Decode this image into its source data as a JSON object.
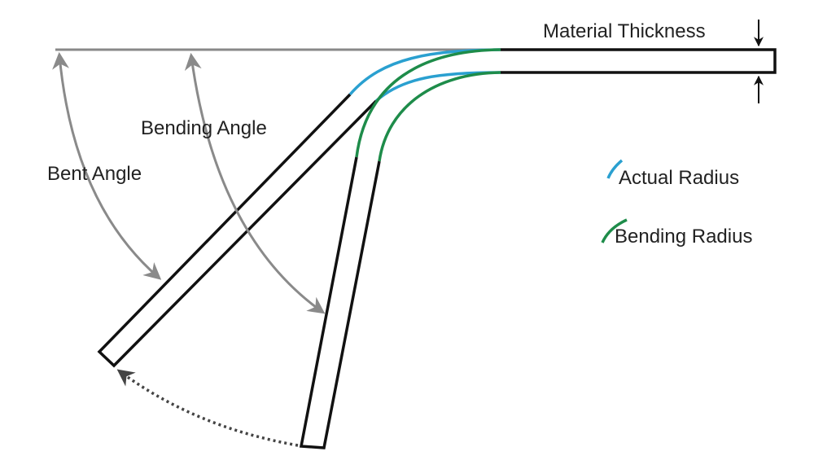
{
  "labels": {
    "material_thickness": "Material Thickness",
    "bending_angle": "Bending Angle",
    "bent_angle": "Bent Angle"
  },
  "legend": [
    {
      "label": "Actual Radius",
      "color": "#2aa0d0"
    },
    {
      "label": "Bending Radius",
      "color": "#1e8c4a"
    }
  ],
  "colors": {
    "plate": "#111111",
    "reference_line": "#888888",
    "angle_arrow": "#8a8a8a",
    "motion_arrow": "#444444"
  }
}
